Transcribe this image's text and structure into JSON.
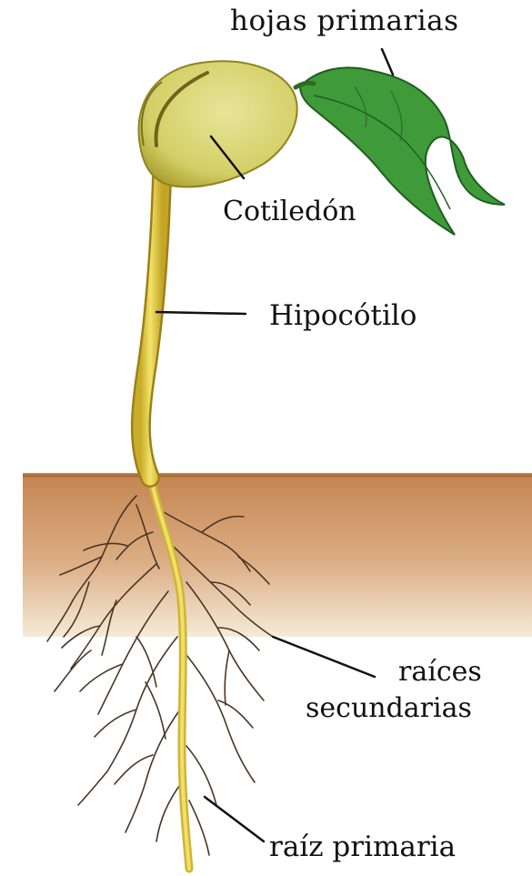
{
  "labels": {
    "primary_leaves": "hojas primarias",
    "cotyledon": "Cotiledón",
    "hypocotyl": "Hipocótilo",
    "secondary_roots_line1": "raíces",
    "secondary_roots_line2": "secundarias",
    "primary_root": "raíz primaria"
  },
  "colors": {
    "soil_top": "#c98a52",
    "soil_bottom": "#f3e4cc",
    "stem": "#e6cf4a",
    "stem_outline": "#9c7f18",
    "cotyledon": "#dcd97a",
    "cotyledon_shadow": "#a79a28",
    "leaf": "#3f9a3a",
    "leaf_dark": "#1f5e1f",
    "roots": "#4a3624",
    "leader_lines": "#111111"
  }
}
